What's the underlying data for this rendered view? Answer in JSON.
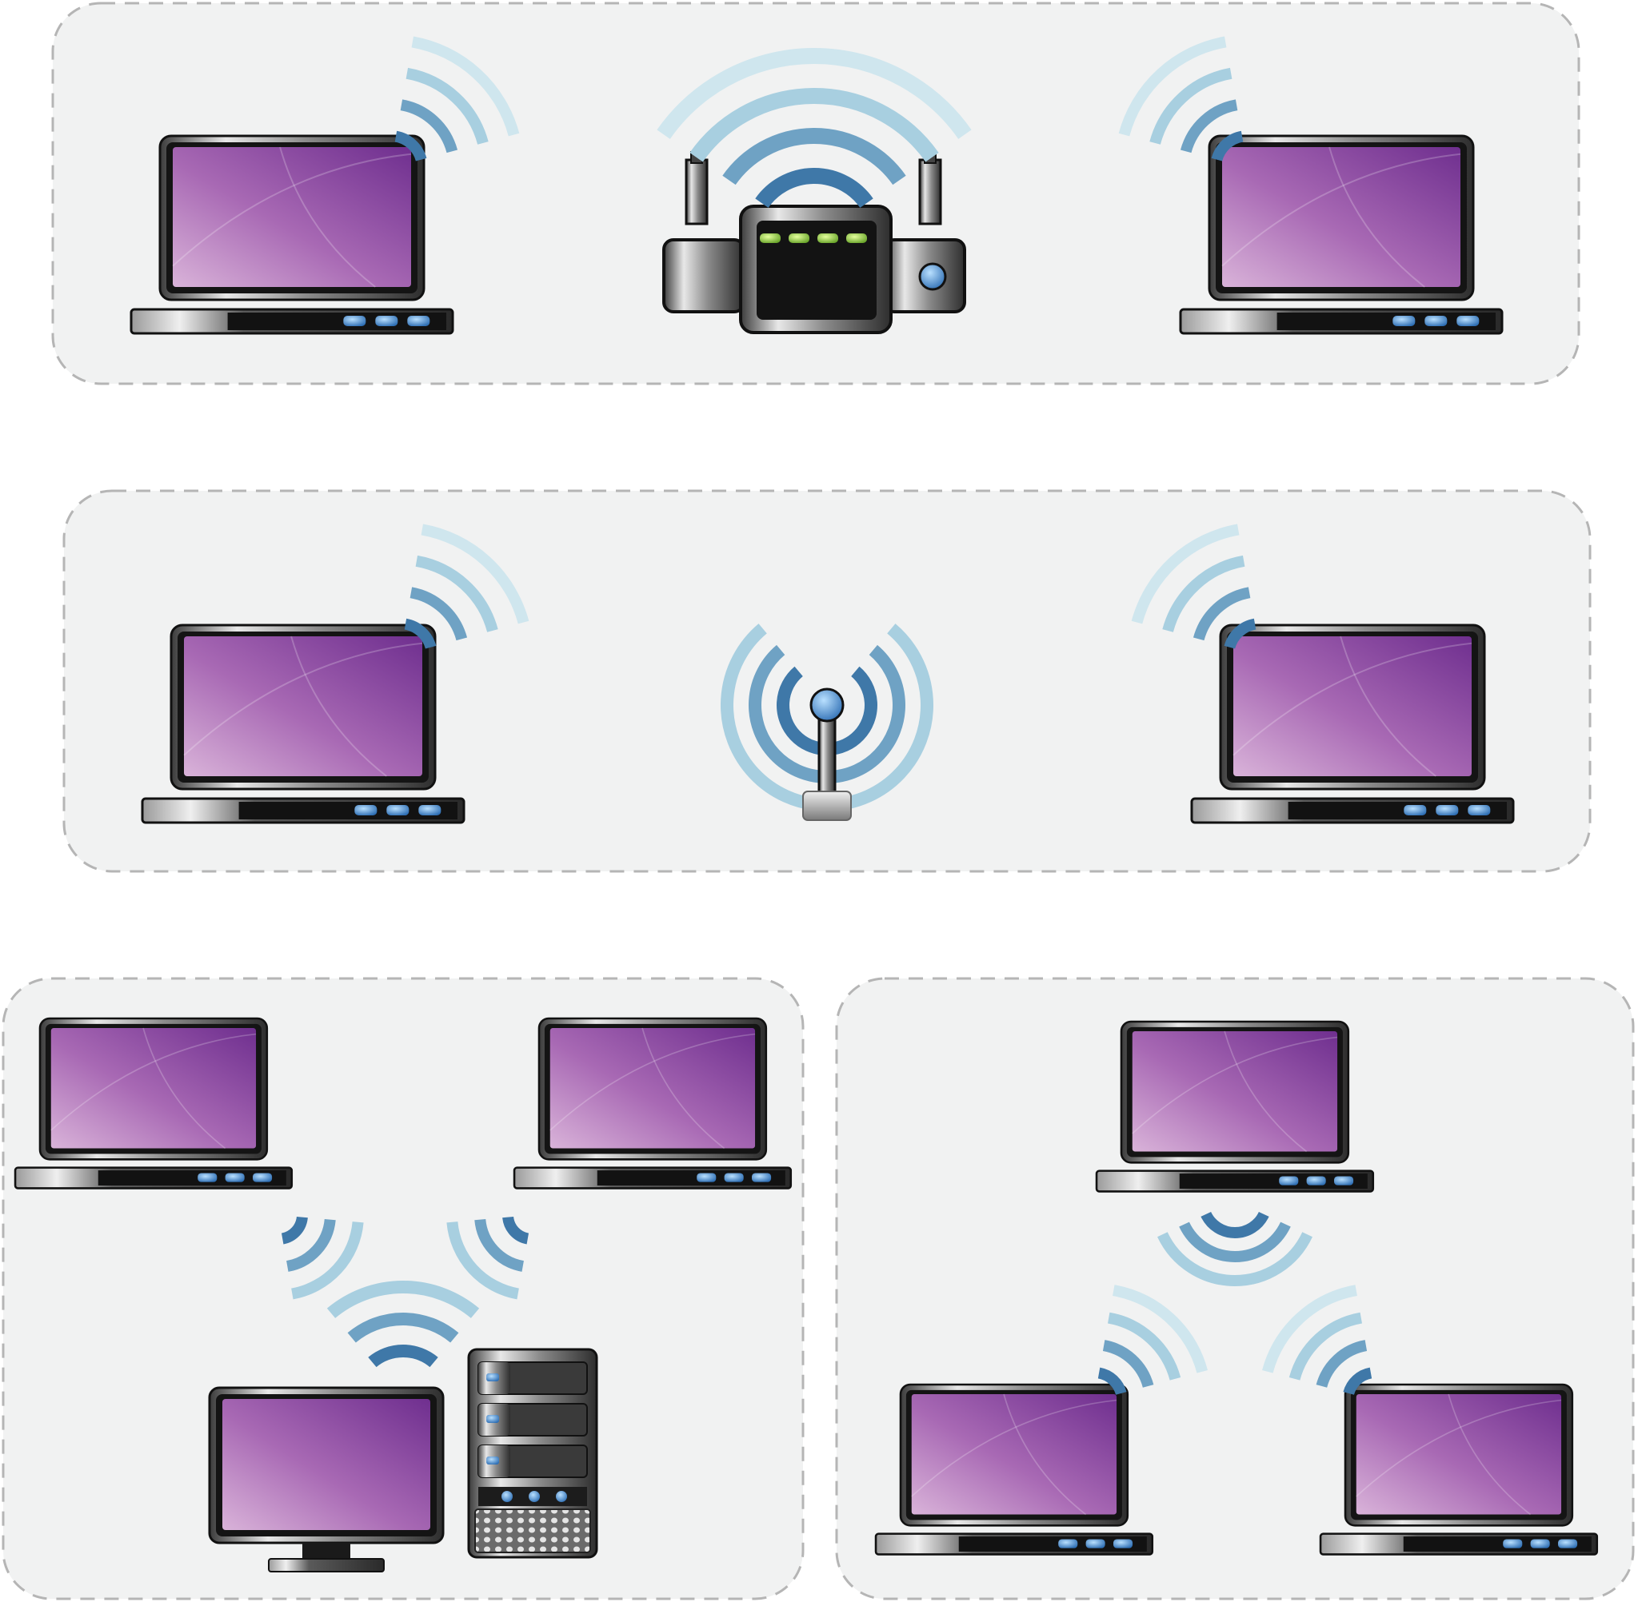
{
  "colors": {
    "panel_fill": "#f1f2f2",
    "panel_border": "#b5b5b5",
    "screen_dark": "#6f2f8f",
    "screen_light": "#d7b0d8",
    "bezel": "#141414",
    "led_blue": "#4d8fd0",
    "led_green": "#8cc63f",
    "wave_light": "#cfe6ee",
    "wave_dark": "#3f78a8",
    "metal_light": "#e6e6e6",
    "metal_dark": "#4a4a4a"
  },
  "icons": {
    "laptop": "laptop-icon",
    "router": "wifi-router-icon",
    "access_point": "wireless-access-point-icon",
    "desktop_monitor": "desktop-monitor-icon",
    "tower_server": "tower-server-icon",
    "signal": "wifi-signal-icon"
  },
  "panels": [
    {
      "name": "panel-router-network",
      "devices": [
        "laptop",
        "router",
        "laptop"
      ]
    },
    {
      "name": "panel-access-point-network",
      "devices": [
        "laptop",
        "access_point",
        "laptop"
      ]
    },
    {
      "name": "panel-desktop-mesh-network",
      "devices": [
        "laptop",
        "laptop",
        "desktop_monitor",
        "tower_server"
      ]
    },
    {
      "name": "panel-adhoc-laptop-network",
      "devices": [
        "laptop",
        "laptop",
        "laptop"
      ]
    }
  ]
}
